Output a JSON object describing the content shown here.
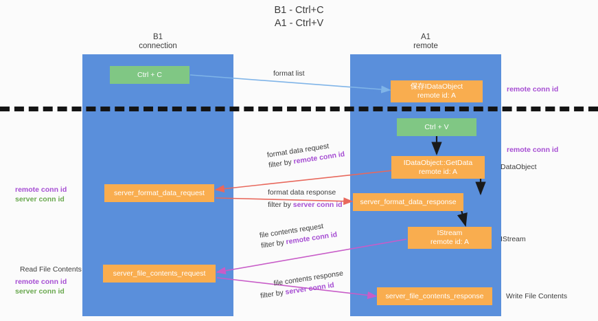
{
  "title": {
    "line1": "B1 - Ctrl+C",
    "line2": "A1 - Ctrl+V"
  },
  "lanes": [
    {
      "id": "b1",
      "name": "B1",
      "role": "connection"
    },
    {
      "id": "a1",
      "name": "A1",
      "role": "remote"
    }
  ],
  "nodes": {
    "ctrl_c": {
      "line1": "Ctrl + C",
      "line2": "",
      "color": "#80c784"
    },
    "save_idata": {
      "line1": "保存IDataObject",
      "line2": "remote id: A",
      "color": "#f9ad4f"
    },
    "ctrl_v": {
      "line1": "Ctrl + V",
      "line2": "",
      "color": "#80c784"
    },
    "getdata": {
      "line1": "IDataObject::GetData",
      "line2": "remote id: A",
      "color": "#f9ad4f"
    },
    "fmt_req": {
      "line1": "server_format_data_request",
      "line2": "",
      "color": "#f9ad4f"
    },
    "fmt_resp": {
      "line1": "server_format_data_response",
      "line2": "",
      "color": "#f9ad4f"
    },
    "istream": {
      "line1": "IStream",
      "line2": "remote id: A",
      "color": "#f9ad4f"
    },
    "file_req": {
      "line1": "server_file_contents_request",
      "line2": "",
      "color": "#f9ad4f"
    },
    "file_resp": {
      "line1": "server_file_contents_response",
      "line2": "",
      "color": "#f9ad4f"
    }
  },
  "edges": [
    {
      "id": "format_list",
      "l1": "format list",
      "l2": "",
      "l2_pre": "",
      "l2_hl": ""
    },
    {
      "id": "fmt_data_req",
      "l1": "format data request",
      "l2_pre": "filter by ",
      "l2_hl": "remote conn id"
    },
    {
      "id": "fmt_data_resp",
      "l1": "format data response",
      "l2_pre": "filter by ",
      "l2_hl": "server conn id"
    },
    {
      "id": "file_req",
      "l1": "file contents request",
      "l2_pre": "filter by ",
      "l2_hl": "remote conn id"
    },
    {
      "id": "file_resp",
      "l1": "file contents response",
      "l2_pre": "filter by ",
      "l2_hl": "server conn id"
    }
  ],
  "annotations": {
    "left_mid": {
      "remote": "remote conn id",
      "server": "server conn id"
    },
    "left_read": {
      "title": "Read File Contents",
      "remote": "remote conn id",
      "server": "server conn id"
    },
    "right_top": {
      "remote": "remote conn id"
    },
    "right_mid": {
      "remote": "remote conn id",
      "plain": "DataObject"
    },
    "right_stream": {
      "plain": "IStream"
    },
    "right_write": {
      "plain": "Write File Contents"
    }
  },
  "colors": {
    "lane": "#5a8fdb",
    "green": "#80c784",
    "orange": "#f9ad4f",
    "remote_conn": "#a64ed3",
    "server_conn": "#6aa84f",
    "arrow_blue": "#7fb4e8",
    "arrow_red": "#e8685c",
    "arrow_magenta": "#c85cc8",
    "divider": "#141414",
    "background": "#fbfbfb"
  }
}
